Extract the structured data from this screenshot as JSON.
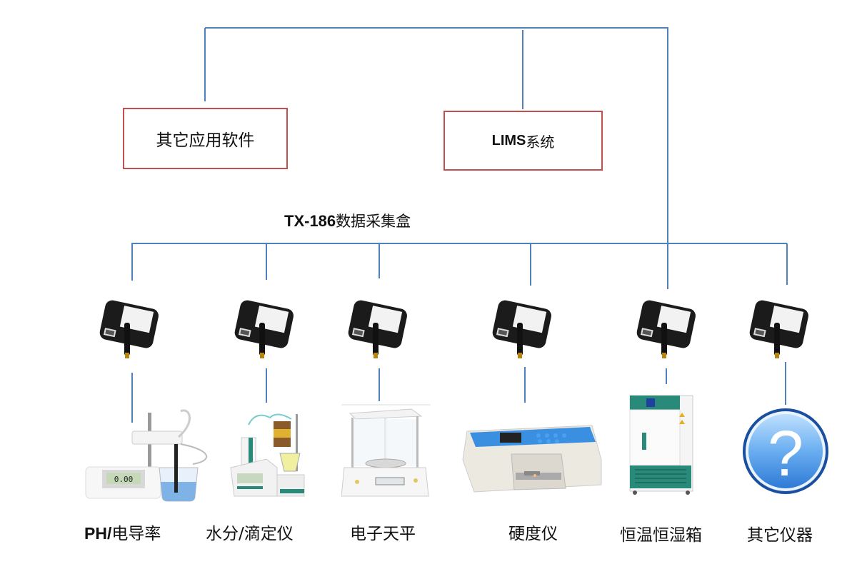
{
  "title": "TX-186 data collection network diagram",
  "top_systems": [
    {
      "latin": "",
      "text": "其它应用软件"
    },
    {
      "latin": "LIMS",
      "text": "系统"
    }
  ],
  "collector": {
    "latin": "TX-186",
    "text": "数据采集盒"
  },
  "instruments": [
    {
      "latin": "PH/",
      "text": "电导率",
      "icon": "ph-meter-icon"
    },
    {
      "latin": "",
      "text": "水分/滴定仪",
      "icon": "titrator-icon"
    },
    {
      "latin": "",
      "text": "电子天平",
      "icon": "analytical-balance-icon"
    },
    {
      "latin": "",
      "text": "硬度仪",
      "icon": "hardness-tester-icon"
    },
    {
      "latin": "",
      "text": "恒温恒湿箱",
      "icon": "climate-chamber-icon"
    },
    {
      "latin": "",
      "text": "其它仪器",
      "icon": "question-mark-icon"
    }
  ],
  "colors": {
    "connector": "#4f81bd",
    "box_border": "#c0504d"
  }
}
